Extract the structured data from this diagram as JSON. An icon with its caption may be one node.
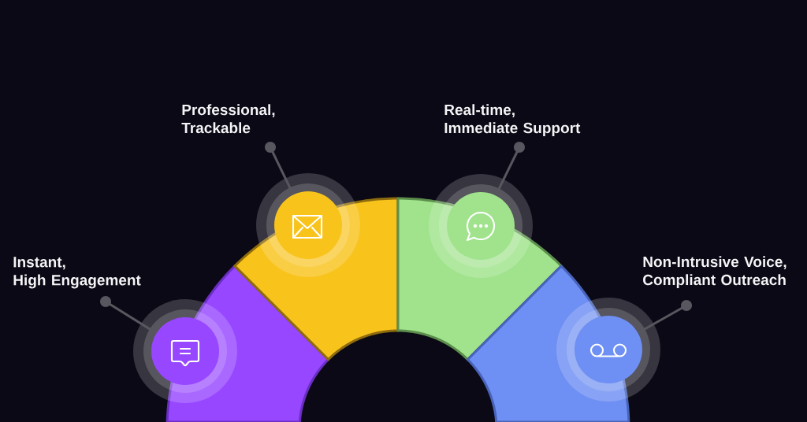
{
  "diagram": {
    "nodes": [
      {
        "text": [
          "Professional, Trackable"
        ]
      },
      {
        "text": [
          "Real-time, Immediate Support"
        ]
      },
      {
        "text": [],
        "shape": "circle"
      },
      {
        "text": [],
        "shape": "circle"
      },
      {
        "text": [
          "Instant, High Engagement"
        ]
      },
      {
        "text": [
          "Non-Intrusive Voice, Compliant Outreach"
        ]
      },
      {
        "text": [],
        "shape": "circle"
      },
      {
        "text": [],
        "shape": "circle"
      },
      {
        "text": [],
        "shape": "sector"
      },
      {
        "text": [],
        "shape": "sector"
      },
      {
        "text": [],
        "shape": "sector"
      },
      {
        "text": [],
        "shape": "sector"
      }
    ],
    "edges": [
      {
        "from": 0,
        "to": 2,
        "arrow": "other"
      },
      {
        "from": 1,
        "to": 3,
        "arrow": "other"
      },
      {
        "from": 4,
        "to": 6,
        "arrow": "other"
      },
      {
        "from": 5,
        "to": 7,
        "arrow": "other"
      }
    ]
  }
}
